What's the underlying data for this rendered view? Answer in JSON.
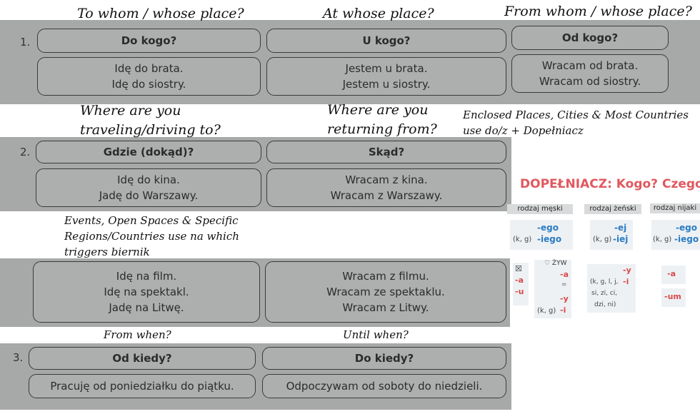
{
  "headers": {
    "to_whom": "To whom / whose place?",
    "at_whose": "At whose place?",
    "from_whom": "From whom / whose place?",
    "where_traveling": [
      "Where are you",
      "traveling/driving to?"
    ],
    "where_returning": [
      "Where are you",
      "returning from?"
    ],
    "enclosed_note": [
      "Enclosed Places, Cities & Most Countries",
      "use do/z + Dopełniacz"
    ],
    "events_note": [
      "Events, Open Spaces & Specific",
      "Regions/Countries  use na which",
      "triggers biernik"
    ],
    "from_when": "From when?",
    "until_when": "Until when?"
  },
  "section1": {
    "number": "1.",
    "questions": [
      "Do kogo?",
      "U kogo?",
      "Od kogo?"
    ],
    "answers": [
      [
        "Idę do brata.",
        "Idę do siostry."
      ],
      [
        "Jestem u brata.",
        "Jestem u siostry."
      ],
      [
        "Wracam od brata.",
        "Wracam od siostry."
      ]
    ]
  },
  "section2": {
    "number": "2.",
    "questions": [
      "Gdzie (dokąd)?",
      "Skąd?"
    ],
    "answers": [
      [
        "Idę do kina.",
        "Jadę do Warszawy."
      ],
      [
        "Wracam z kina.",
        "Wracam z Warszawy."
      ]
    ],
    "answers_na": [
      [
        "Idę na film.",
        "Idę na spektakl.",
        "Jadę na Litwę."
      ],
      [
        "Wracam z filmu.",
        "Wracam ze spektaklu.",
        "Wracam z Litwy."
      ]
    ]
  },
  "section3": {
    "number": "3.",
    "questions": [
      "Od kiedy?",
      "Do kiedy?"
    ],
    "answers": [
      "Pracuję od poniedziałku do piątku.",
      "Odpoczywam od soboty do niedzieli."
    ]
  },
  "dopelniacz": {
    "title": "DOPEŁNIACZ: Kogo? Czego?",
    "genders": [
      "rodzaj męski",
      "rodzaj żeński",
      "rodzaj nijaki"
    ],
    "adj_masc": {
      "ending1": "-ego",
      "kg": "(k, g)",
      "ending2": "-iego"
    },
    "adj_fem": {
      "ending1": "-ej",
      "kg": "(k, g)",
      "ending2": "-iej"
    },
    "adj_neut": {
      "ending1": "-ego",
      "kg": "(k, g)",
      "ending2": "-iego"
    },
    "noun_masc": {
      "inanimate_mark": "☒",
      "inanimate_endings": [
        "-a",
        "-u"
      ],
      "animate_mark": "♡ ŻYW",
      "animate_ending": "-a",
      "dash": "=",
      "ending_y": "-y",
      "kg": "(k, g)",
      "ending_i": "-i"
    },
    "noun_fem": {
      "ending_y": "-y",
      "cons": "(k, g, l, j,",
      "ending_i": "-i",
      "cons2": "si, zi, ci,",
      "cons3": "dzi, ni)"
    },
    "noun_neut": {
      "ending_a": "-a",
      "ending_um": "-um"
    },
    "colors": {
      "blue": "#2a7cc3",
      "red": "#d94a4a"
    }
  }
}
